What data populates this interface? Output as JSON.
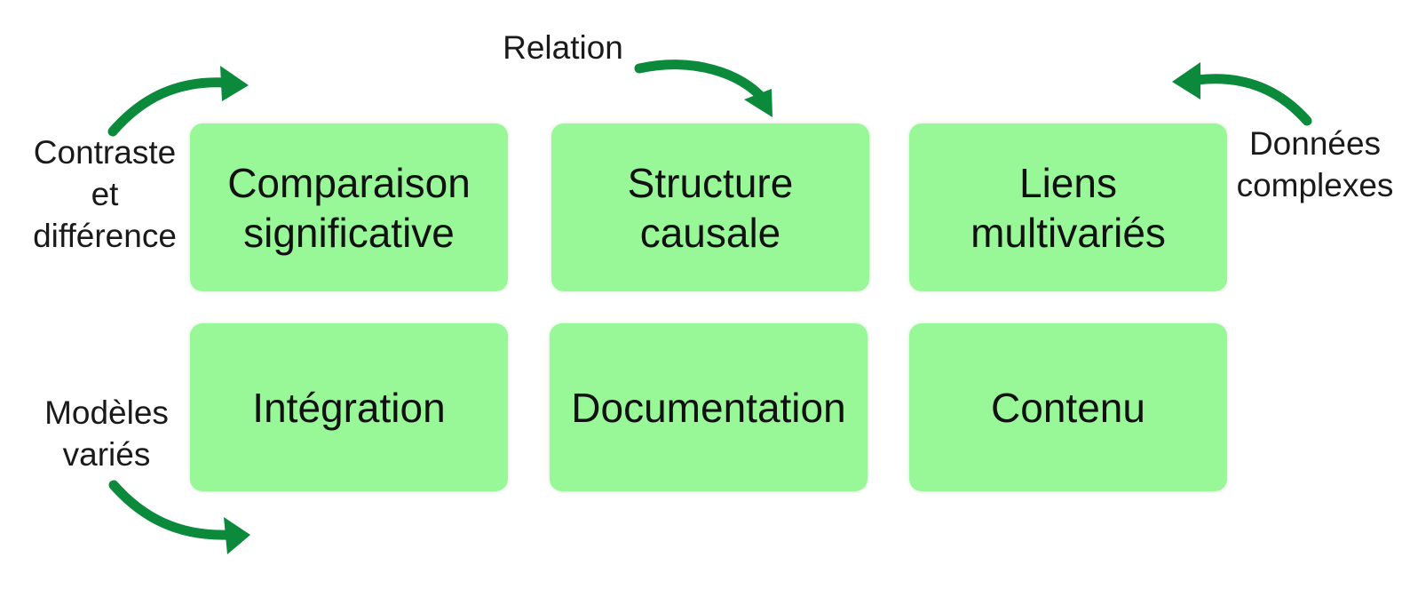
{
  "boxes": {
    "comparaison": "Comparaison\nsignificative",
    "structure": "Structure\ncausale",
    "liens": "Liens\nmultivariés",
    "integration": "Intégration",
    "documentation": "Documentation",
    "contenu": "Contenu"
  },
  "labels": {
    "contraste": "Contraste\net\ndifférence",
    "relation": "Relation",
    "donnees": "Données\ncomplexes",
    "modeles": "Modèles\nvariés"
  },
  "colors": {
    "box_fill": "#98f898",
    "arrow": "#0a8a3a"
  }
}
